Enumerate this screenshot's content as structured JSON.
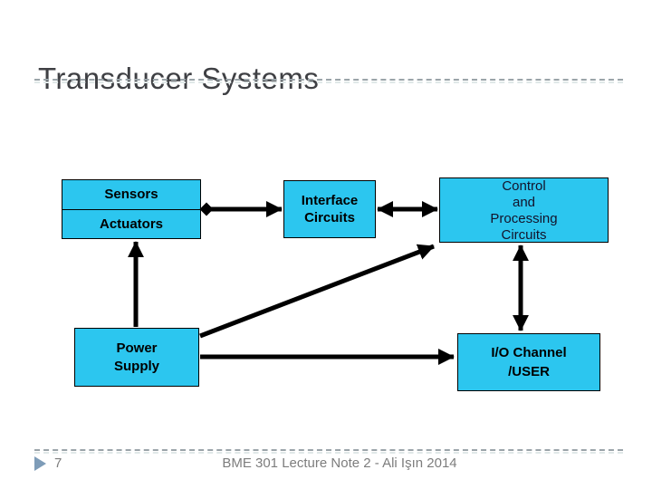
{
  "slide": {
    "title": "Transducer Systems",
    "footer": {
      "page_number": "7",
      "credit_text": "BME 301 Lecture Note 2 - Ali Işın 2014"
    },
    "colors": {
      "box_fill": "#2CC6EF",
      "box_border": "#000000",
      "arrow": "#000000",
      "title_text": "#3F4044",
      "rule_dark": "#9AA4A9",
      "rule_light": "#E0E8E8",
      "footer_text": "#7D7D7D",
      "page_marker": "#7E9CB8"
    },
    "diagram": {
      "boxes": [
        {
          "name": "sensors-actuators",
          "lines": [
            "Sensors",
            "Actuators"
          ]
        },
        {
          "name": "interface-circuits",
          "lines": [
            "Interface",
            "Circuits"
          ]
        },
        {
          "name": "control-processing-circuits",
          "lines": [
            "Control",
            "and",
            "Processing",
            "Circuits"
          ]
        },
        {
          "name": "power-supply",
          "lines": [
            "Power",
            "Supply"
          ]
        },
        {
          "name": "io-channel-user",
          "lines": [
            "I/O Channel",
            "/USER"
          ]
        }
      ],
      "connectors": [
        {
          "from": "sensors-actuators",
          "to": "interface-circuits",
          "style": "arrow, diamond tail"
        },
        {
          "from": "interface-circuits",
          "to": "control-processing-circuits",
          "style": "double-headed arrow"
        },
        {
          "from": "power-supply",
          "to": "sensors-actuators",
          "style": "arrow up"
        },
        {
          "from": "power-supply",
          "to": "control-processing-circuits",
          "style": "diagonal arrow"
        },
        {
          "from": "power-supply",
          "to": "io-channel-user",
          "style": "arrow right"
        },
        {
          "from": "control-processing-circuits",
          "to": "io-channel-user",
          "style": "double-headed arrow"
        }
      ]
    }
  }
}
